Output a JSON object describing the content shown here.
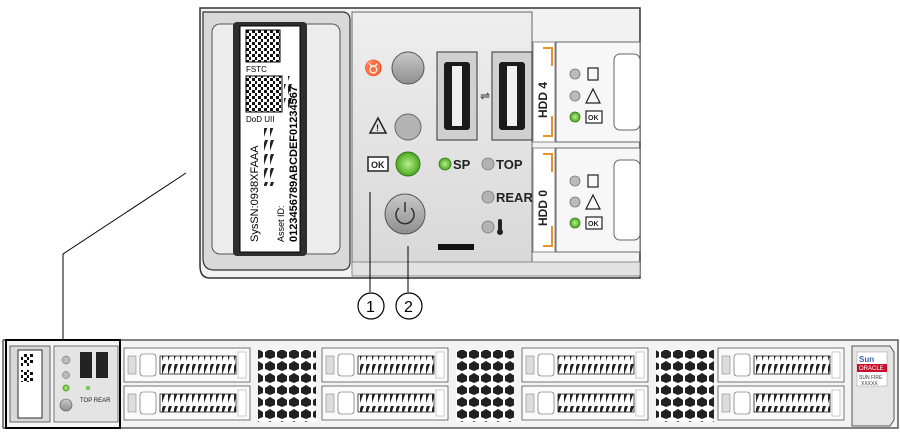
{
  "tag": {
    "top_code": "FSTC",
    "mid_code": "DoD UII",
    "sysn": "SysSN:0938XFAAA",
    "asset_label": "Asset ID:",
    "asset_id": "0123456789ABCDEF01234567"
  },
  "panel": {
    "ok_badge": "OK",
    "sp_label": "SP",
    "top_label": "TOP",
    "rear_label": "REAR",
    "usb_symbol": "⇌"
  },
  "drives": {
    "hdd4_label": "HDD 4",
    "hdd0_label": "HDD 0",
    "ok_badge": "OK"
  },
  "callouts": [
    "1",
    "2"
  ],
  "brand": {
    "sun": "Sun",
    "oracle": "ORACLE",
    "model": "SUN FIRE",
    "model_sub": "XXXXX"
  },
  "colors": {
    "led_green": "#7ad33a",
    "orange_accent": "#e8922a",
    "oracle_red": "#c8102e",
    "sun_blue": "#3a5ea8"
  }
}
